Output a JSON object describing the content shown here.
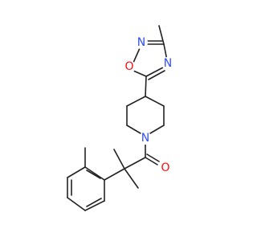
{
  "molecule": {
    "atoms": {
      "ring_o": {
        "label": "O",
        "color": "#ff0d0d"
      },
      "ring_n_top": {
        "label": "N",
        "color": "#3050f8"
      },
      "ring_n_right": {
        "label": "N",
        "color": "#3050f8"
      },
      "pip_n": {
        "label": "N",
        "color": "#3050f8"
      },
      "carbonyl_o": {
        "label": "O",
        "color": "#ff0d0d"
      }
    },
    "bond_color": "#222222"
  }
}
